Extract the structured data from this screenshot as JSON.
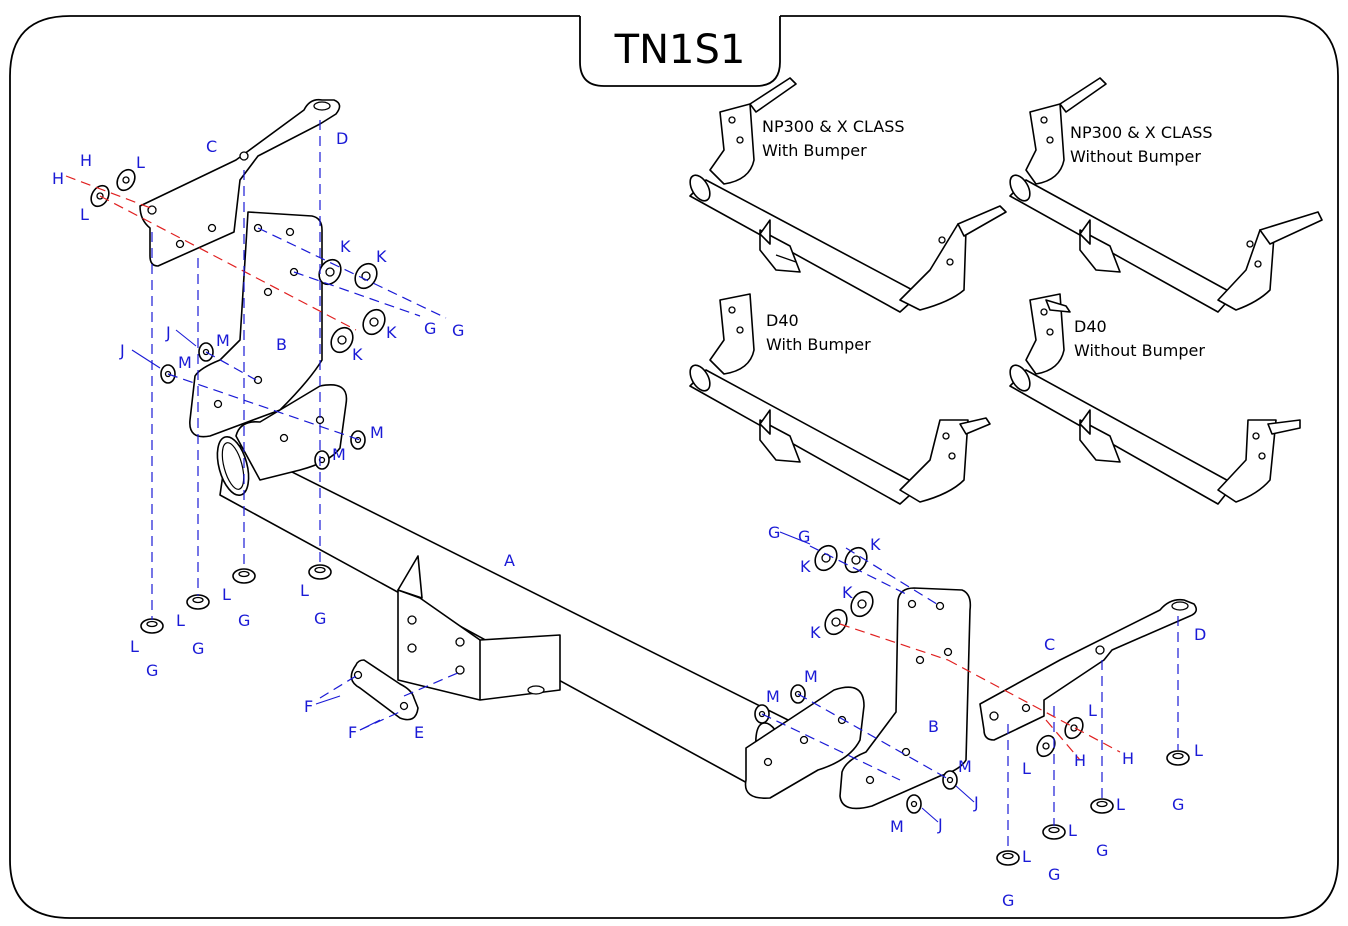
{
  "title": "TN1S1",
  "variants": [
    {
      "line1": "NP300  & X CLASS",
      "line2": "With Bumper"
    },
    {
      "line1": "NP300 & X CLASS",
      "line2": "Without Bumper"
    },
    {
      "line1": "D40",
      "line2": "With Bumper"
    },
    {
      "line1": "D40",
      "line2": "Without Bumper"
    }
  ],
  "part_labels": {
    "A": "A",
    "B": "B",
    "C": "C",
    "D": "D",
    "E": "E",
    "F": "F",
    "G": "G",
    "H": "H",
    "J": "J",
    "K": "K",
    "L": "L",
    "M": "M"
  },
  "colors": {
    "callout": "#1a1ad6",
    "centerline": "#e02020",
    "outline": "#000000"
  }
}
